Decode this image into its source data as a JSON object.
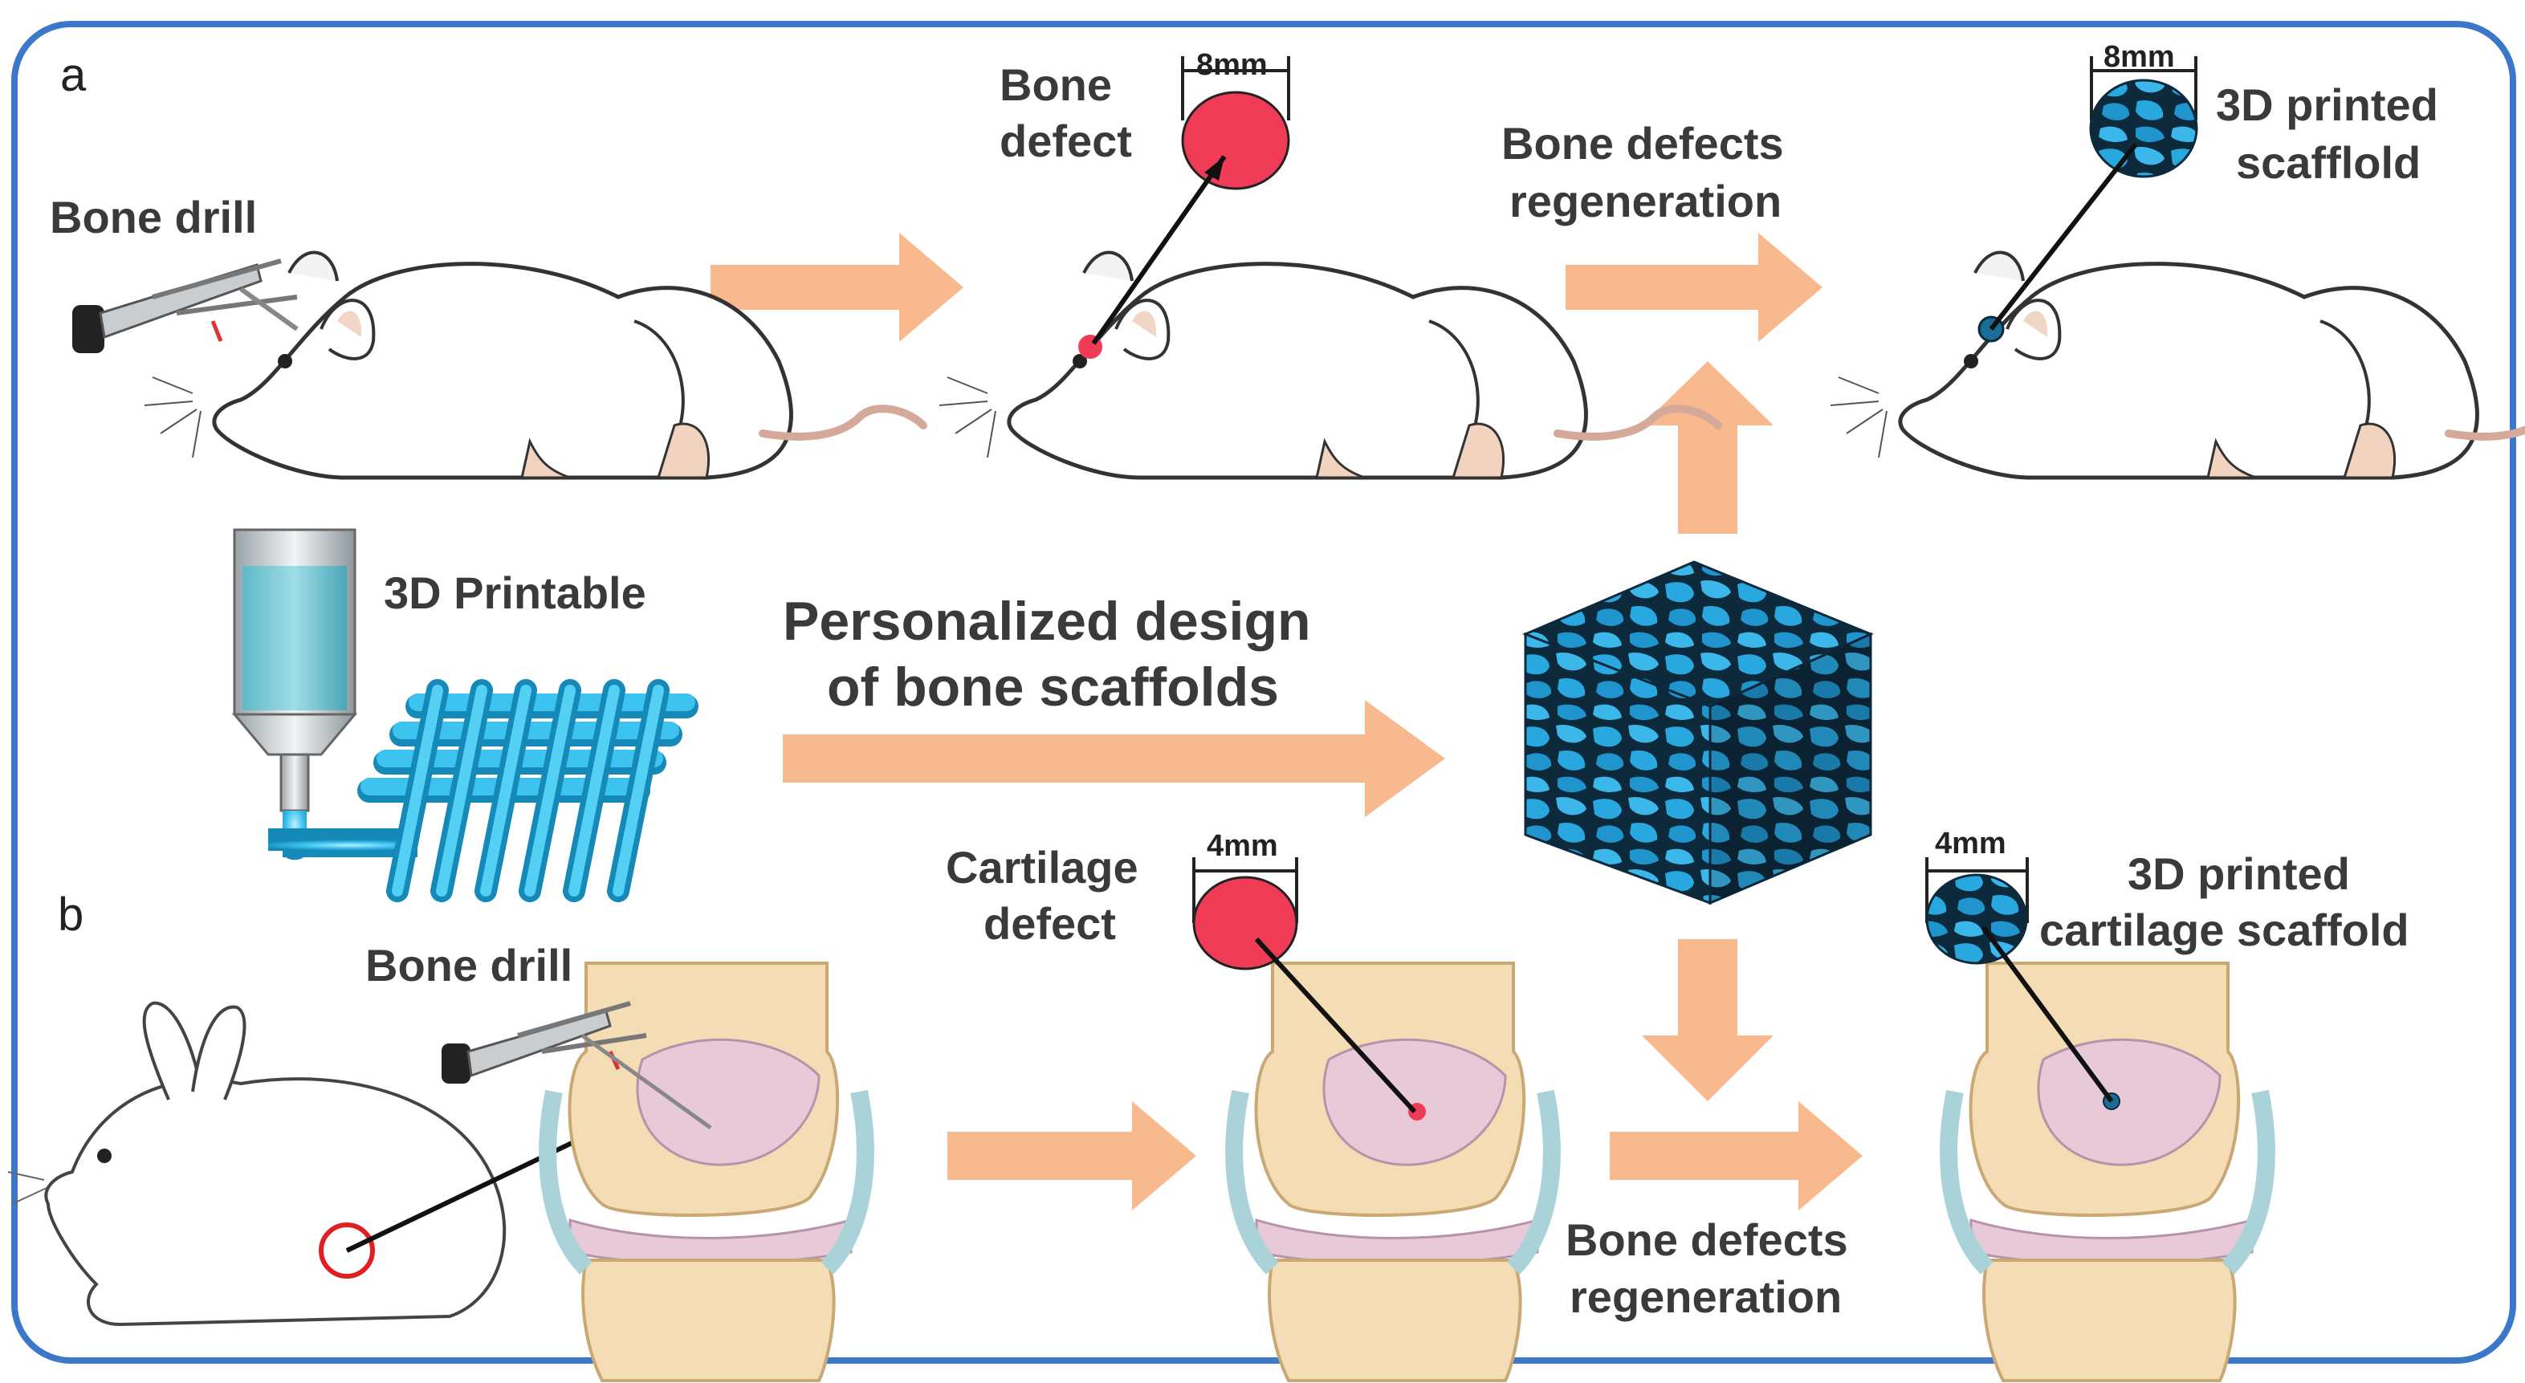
{
  "panels": {
    "a": "a",
    "b": "b"
  },
  "labels": {
    "bone_drill_a": "Bone drill",
    "bone_defect_line1": "Bone",
    "bone_defect_line2": "defect",
    "regen_top_line1": "Bone defects",
    "regen_top_line2": "regeneration",
    "printed_scaffold_line1": "3D printed",
    "printed_scaffold_line2": "scafflold",
    "printable": "3D Printable",
    "personalized_line1": "Personalized design",
    "personalized_line2": "of bone scaffolds",
    "cartilage_defect_line1": "Cartilage",
    "cartilage_defect_line2": "defect",
    "printed_cartilage_line1": "3D printed",
    "printed_cartilage_line2": "cartilage scaffold",
    "bone_drill_b": "Bone drill",
    "regen_bottom_line1": "Bone defects",
    "regen_bottom_line2": "regeneration"
  },
  "dimensions": {
    "bone_defect": "8mm",
    "scaffold_top": "8mm",
    "cartilage_defect": "4mm",
    "scaffold_bottom": "4mm"
  },
  "colors": {
    "frame": "#3b78c9",
    "arrow": "#f9b98e",
    "defect": "#ef3b55",
    "scaffold": "#29a8e0",
    "scaffold_dark": "#0d2a3d",
    "bone": "#f4ddb4",
    "cartilage": "#e8c9d8",
    "meniscus": "#a9d3d8"
  }
}
